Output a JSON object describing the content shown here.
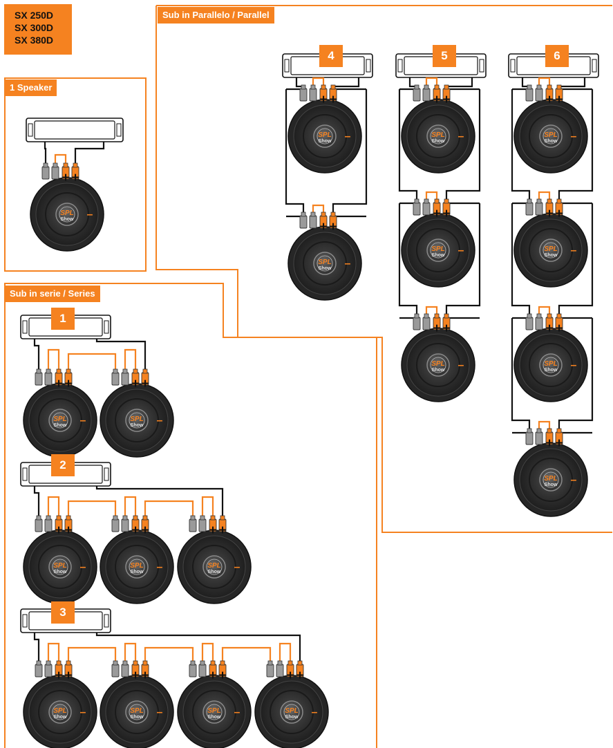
{
  "models": [
    "SX 250D",
    "SX 300D",
    "SX 380D"
  ],
  "sections": {
    "single": "1 Speaker",
    "parallel": "Sub in Parallelo / Parallel",
    "series": "Sub in serie / Series"
  },
  "diagram_numbers": [
    "1",
    "2",
    "3",
    "4",
    "5",
    "6"
  ],
  "speaker_logo": {
    "line1": "SPL",
    "line2": "Show"
  },
  "terminal_marks": {
    "plus": "+",
    "minus": "–"
  },
  "colors": {
    "accent": "#f58220",
    "wire": "#111111",
    "speaker": "#3a3a3a",
    "terminal_grey": "#9a9a9a"
  }
}
